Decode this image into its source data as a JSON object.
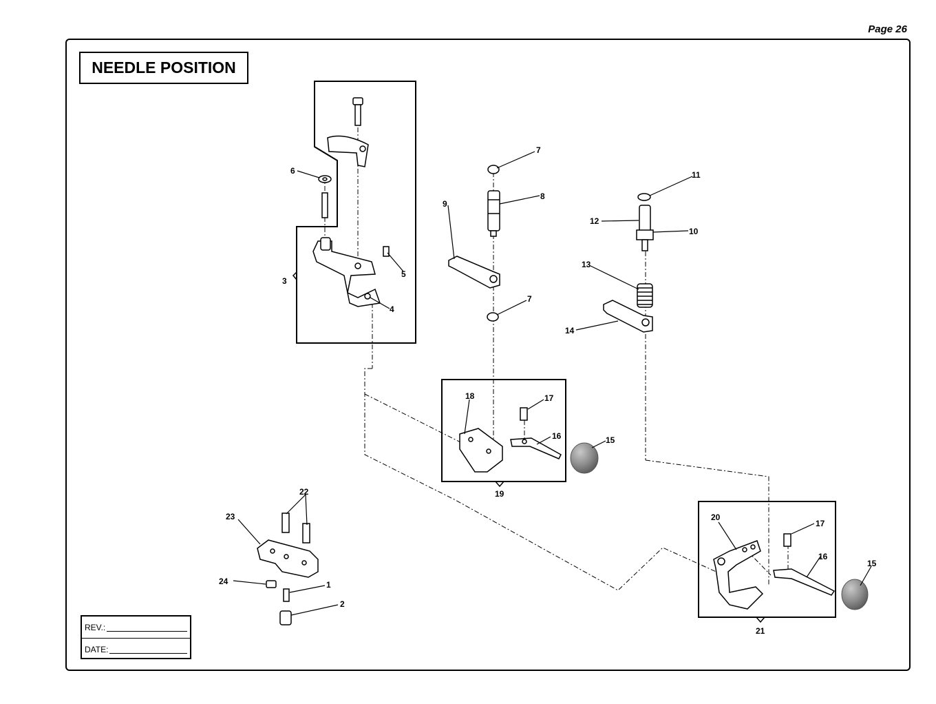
{
  "page": {
    "number": "Page 26"
  },
  "title": "NEEDLE POSITION",
  "rev_box": {
    "rev_label": "REV.:",
    "date_label": "DATE:"
  },
  "callouts": {
    "c1": "1",
    "c2": "2",
    "c3": "3",
    "c4": "4",
    "c5": "5",
    "c6": "6",
    "c7a": "7",
    "c7b": "7",
    "c8": "8",
    "c9": "9",
    "c10": "10",
    "c11": "11",
    "c12": "12",
    "c13": "13",
    "c14": "14",
    "c15a": "15",
    "c15b": "15",
    "c16a": "16",
    "c16b": "16",
    "c17a": "17",
    "c17b": "17",
    "c18": "18",
    "c19": "19",
    "c20": "20",
    "c21": "21",
    "c22": "22",
    "c23": "23",
    "c24": "24"
  },
  "colors": {
    "line": "#000000",
    "knob": "#8a8a8a",
    "background": "#ffffff"
  }
}
